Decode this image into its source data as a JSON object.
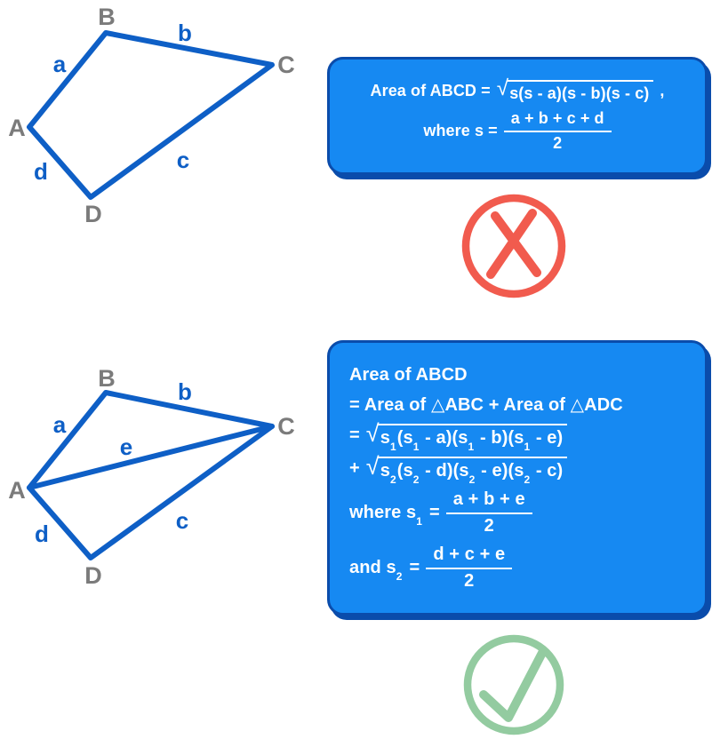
{
  "colors": {
    "page_bg": "#FFFFFF",
    "figure_blue": "#0E5FC6",
    "vertex_gray": "#7B7B7B",
    "box_fill": "#1689F2",
    "box_border": "#0A4CAB",
    "box_text": "#FFFFFF",
    "cross_red": "#F15B4E",
    "check_green": "#93CBA0"
  },
  "top_figure": {
    "vertices": {
      "A": "A",
      "B": "B",
      "C": "C",
      "D": "D"
    },
    "sides": {
      "a": "a",
      "b": "b",
      "c": "c",
      "d": "d"
    }
  },
  "wrong_formula": {
    "line1_prefix": "Area of ABCD =",
    "line1_radicand": "s(s - a)(s - b)(s - c)",
    "line1_suffix": ",",
    "line2_prefix": "where s =",
    "line2_numerator": "a + b + c + d",
    "line2_denominator": "2"
  },
  "bottom_figure": {
    "vertices": {
      "A": "A",
      "B": "B",
      "C": "C",
      "D": "D"
    },
    "sides": {
      "a": "a",
      "b": "b",
      "c": "c",
      "d": "d"
    },
    "diagonal": "e"
  },
  "right_formula": {
    "line1": "Area of ABCD",
    "line2": "= Area of △ABC + Area of △ADC",
    "line3": {
      "prefix": "=",
      "r1": "s",
      "r1s": "1",
      "r2": "(s",
      "r2s": "1",
      "r3": " - a)(s",
      "r3s": "1",
      "r4": " - b)(s",
      "r4s": "1",
      "r5": " - e)"
    },
    "line4": {
      "prefix": "+",
      "r1": "s",
      "r1s": "2",
      "r2": "(s",
      "r2s": "2",
      "r3": " - d)(s",
      "r3s": "2",
      "r4": " - e)(s",
      "r4s": "2",
      "r5": " - c)"
    },
    "line5": {
      "prefix": "where s",
      "prefix_sub": "1",
      "equals": "=",
      "numerator": "a + b + e",
      "denominator": "2"
    },
    "line6": {
      "prefix": "and s",
      "prefix_sub": "2",
      "equals": "=",
      "numerator": "d + c + e",
      "denominator": "2"
    }
  },
  "icons": {
    "wrong": "cross-icon",
    "right": "check-icon"
  }
}
